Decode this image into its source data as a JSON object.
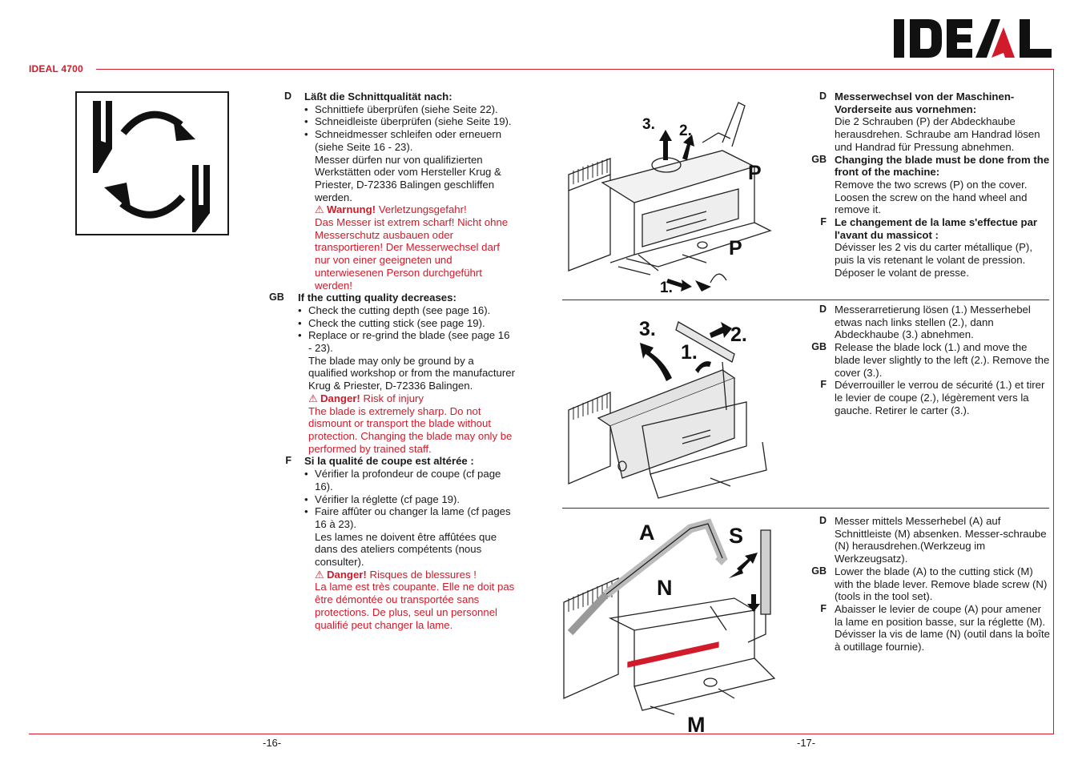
{
  "header": {
    "model": "IDEAL 4700",
    "logo_text": "IDEAL",
    "accent_color": "#d11a2a"
  },
  "left_page": {
    "number": "-16-",
    "icon": "blade-exchange-cycle-icon",
    "D": {
      "lang": "D",
      "heading": "Läßt die Schnittqualität nach:",
      "bullets": [
        "Schnittiefe überprüfen (siehe Seite 22).",
        "Schneidleiste überprüfen (siehe Seite 19).",
        "Schneidmesser schleifen oder erneuern (siehe Seite 16 - 23)."
      ],
      "note": "Messer dürfen nur von qualifizierten Werkstätten oder vom Hersteller Krug & Priester, D-72336 Balingen geschliffen werden.",
      "warning_label": "Warnung!",
      "warning_text": " Verletzungsgefahr!",
      "warning_body": "Das Messer ist extrem scharf! Nicht ohne Messerschutz ausbauen oder transportieren! Der Messerwechsel darf nur von einer geeigneten und unterwiesenen Person durchgeführt werden!"
    },
    "GB": {
      "lang": "GB",
      "heading": "If the cutting quality decreases:",
      "bullets": [
        "Check the cutting depth (see page 16).",
        "Check the cutting stick (see page 19).",
        "Replace or re-grind the blade (see page 16 - 23)."
      ],
      "note": "The blade may only be ground by a qualified workshop or from the manufacturer Krug & Priester, D-72336 Balingen.",
      "warning_label": "Danger!",
      "warning_text": " Risk of injury",
      "warning_body": "The blade is extremely sharp. Do not dismount or transport the blade without protection. Changing the blade may only be performed by trained staff."
    },
    "F": {
      "lang": "F",
      "heading": "Si la qualité de coupe est altérée :",
      "bullets": [
        "Vérifier la profondeur de coupe (cf page 16).",
        "Vérifier la réglette (cf page 19).",
        "Faire affûter ou changer la lame (cf pages 16 à 23)."
      ],
      "note": "Les lames ne doivent être affûtées que dans des ateliers compétents (nous consulter).",
      "warning_label": "Danger!",
      "warning_text": " Risques de blessures !",
      "warning_body": "La lame est très coupante. Elle ne doit pas être démontée ou transportée sans protections. De plus, seul un personnel qualifié peut changer la lame."
    }
  },
  "right_page": {
    "number": "-17-",
    "sections": [
      {
        "figure_labels": [
          "3.",
          "2.",
          "P",
          "P",
          "1."
        ],
        "blocks": [
          {
            "lang": "D",
            "heading": "Messerwechsel von der Maschinen-Vorderseite aus vornehmen:",
            "text": "Die 2 Schrauben (P) der Abdeckhaube herausdrehen. Schraube am Handrad lösen und Handrad für Pressung abnehmen."
          },
          {
            "lang": "GB",
            "heading": "Changing the blade must be done from the front of the machine:",
            "text": "Remove the two screws (P) on the cover. Loosen the screw on the hand wheel and remove it."
          },
          {
            "lang": "F",
            "heading": "Le changement de la lame s'effectue par l'avant du massicot :",
            "text": "Dévisser les 2 vis du carter métallique (P), puis la vis retenant le volant de pression. Déposer le volant de presse."
          }
        ]
      },
      {
        "figure_labels": [
          "3.",
          "1.",
          "2."
        ],
        "blocks": [
          {
            "lang": "D",
            "heading": "",
            "text": "Messerarretierung lösen (1.) Messerhebel etwas nach links stellen (2.), dann Abdeckhaube (3.) abnehmen."
          },
          {
            "lang": "GB",
            "heading": "",
            "text": "Release the blade lock (1.) and move the blade lever slightly to the left (2.). Remove the cover (3.)."
          },
          {
            "lang": "F",
            "heading": "",
            "text": "Déverrouiller le verrou de sécurité (1.) et tirer le levier de coupe (2.), légèrement vers la gauche. Retirer le carter (3.)."
          }
        ]
      },
      {
        "figure_labels": [
          "A",
          "S",
          "N",
          "M"
        ],
        "blocks": [
          {
            "lang": "D",
            "heading": "",
            "text": "Messer mittels Messerhebel (A) auf Schnittleiste (M) absenken. Messer-schraube (N) herausdrehen.(Werkzeug im Werkzeugsatz)."
          },
          {
            "lang": "GB",
            "heading": "",
            "text": "Lower the blade (A) to the cutting stick (M) with the blade lever. Remove blade screw (N) (tools in the tool set)."
          },
          {
            "lang": "F",
            "heading": "",
            "text": "Abaisser le levier de coupe (A) pour amener la lame en position basse, sur la réglette (M). Dévisser la vis de lame (N) (outil dans la boîte à outillage fournie)."
          }
        ]
      }
    ]
  }
}
